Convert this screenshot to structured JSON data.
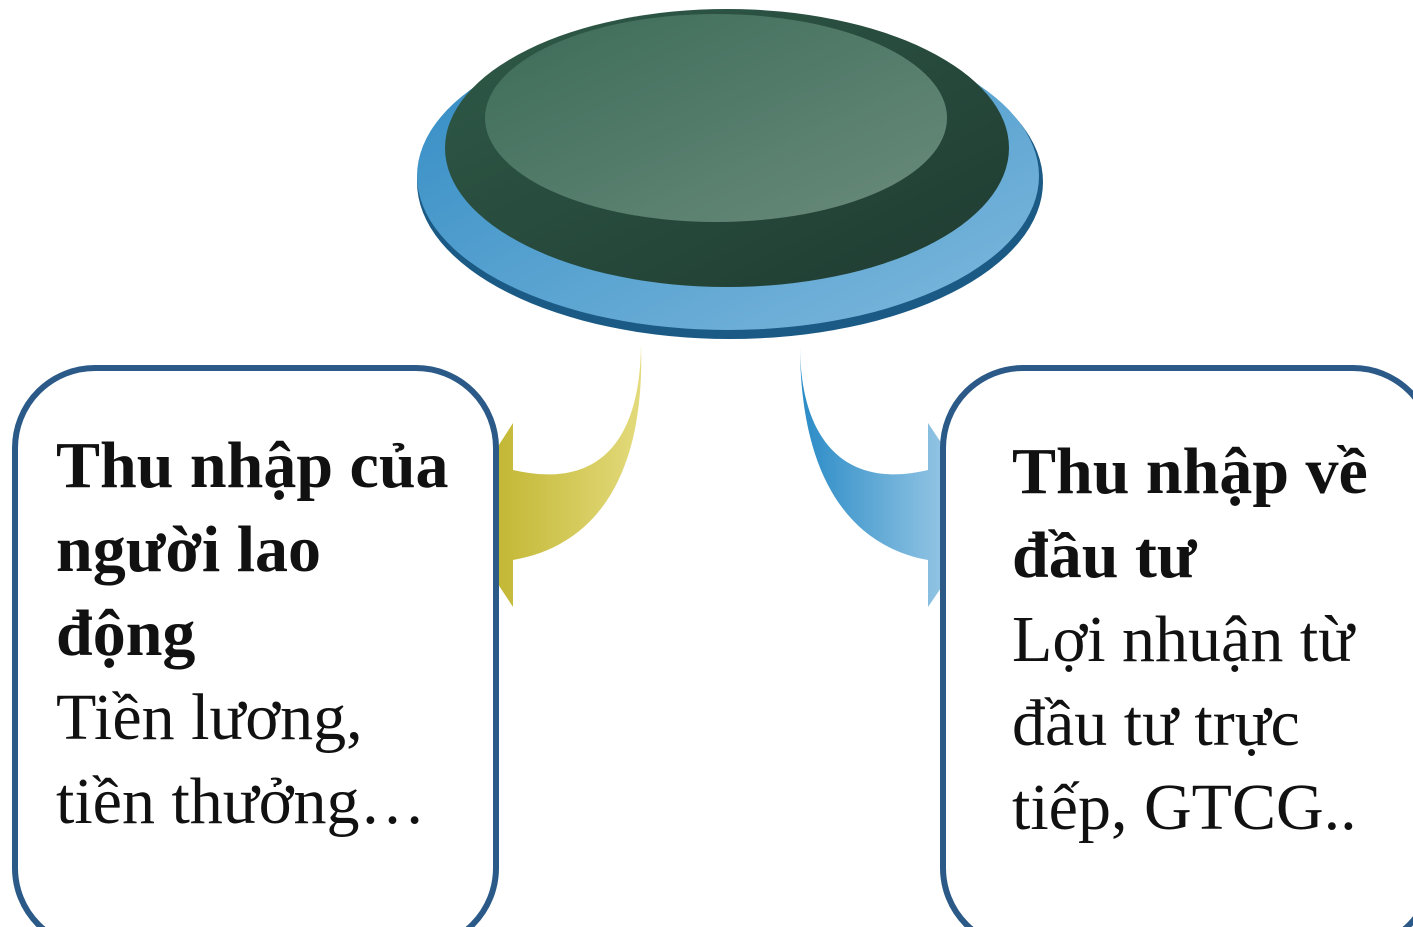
{
  "boxes": {
    "left": {
      "title": "Thu nhập của người lao động",
      "body": "Tiền lương, tiền thưởng…"
    },
    "right": {
      "title": "Thu nhập về đầu tư",
      "body": "Lợi nhuận từ đầu tư trực tiếp, GTCG.."
    }
  },
  "colors": {
    "box_border": "#2b5a88",
    "ellipse_outer": "#3f94c8",
    "ellipse_inner_dark": "#2a4e40",
    "ellipse_inner_light": "#5a7e6e",
    "arrow_left": "#c7bc3a",
    "arrow_right": "#5aa6d6"
  }
}
